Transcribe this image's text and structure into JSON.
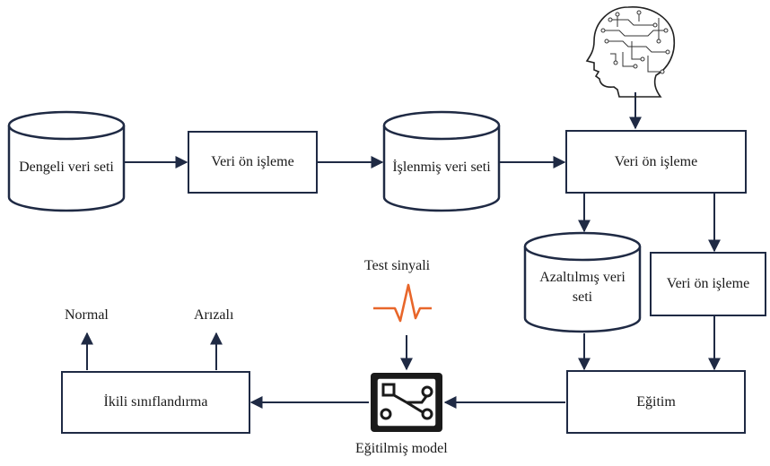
{
  "diagram": {
    "cylinders": {
      "balanced_data": "Dengeli veri seti",
      "processed_data": "İşlenmiş veri seti",
      "reduced_data": "Azaltılmış veri seti"
    },
    "boxes": {
      "preprocess_1": "Veri ön işleme",
      "preprocess_2": "Veri ön işleme",
      "preprocess_3": "Veri ön işleme",
      "training": "Eğitim",
      "binary_classification": "İkili sınıflandırma"
    },
    "labels": {
      "test_signal": "Test sinyali",
      "trained_model": "Eğitilmiş model",
      "normal": "Normal",
      "faulty": "Arızalı"
    },
    "icons": [
      "ai-head-icon",
      "signal-wave-icon",
      "model-icon"
    ],
    "colors": {
      "line": "#1f2a44",
      "signal": "#e8662a"
    }
  }
}
